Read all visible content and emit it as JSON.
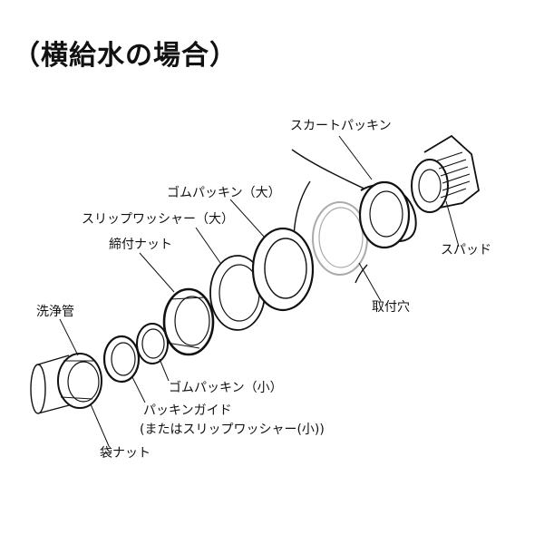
{
  "title": "（横給水の場合）",
  "labels": {
    "skirt_packing": "スカートパッキン",
    "rubber_packing_large": "ゴムパッキン（大）",
    "slip_washer_large": "スリップワッシャー（大）",
    "clamp_nut": "締付ナット",
    "spud": "スパッド",
    "mounting_hole": "取付穴",
    "flush_pipe": "洗浄管",
    "rubber_packing_small": "ゴムパッキン（小）",
    "packing_guide": "パッキンガイド",
    "packing_guide_note": "(またはスリップワッシャー(小))",
    "bag_nut": "袋ナット"
  },
  "colors": {
    "line": "#111111",
    "mounting_hole": "#aaaaaa"
  }
}
